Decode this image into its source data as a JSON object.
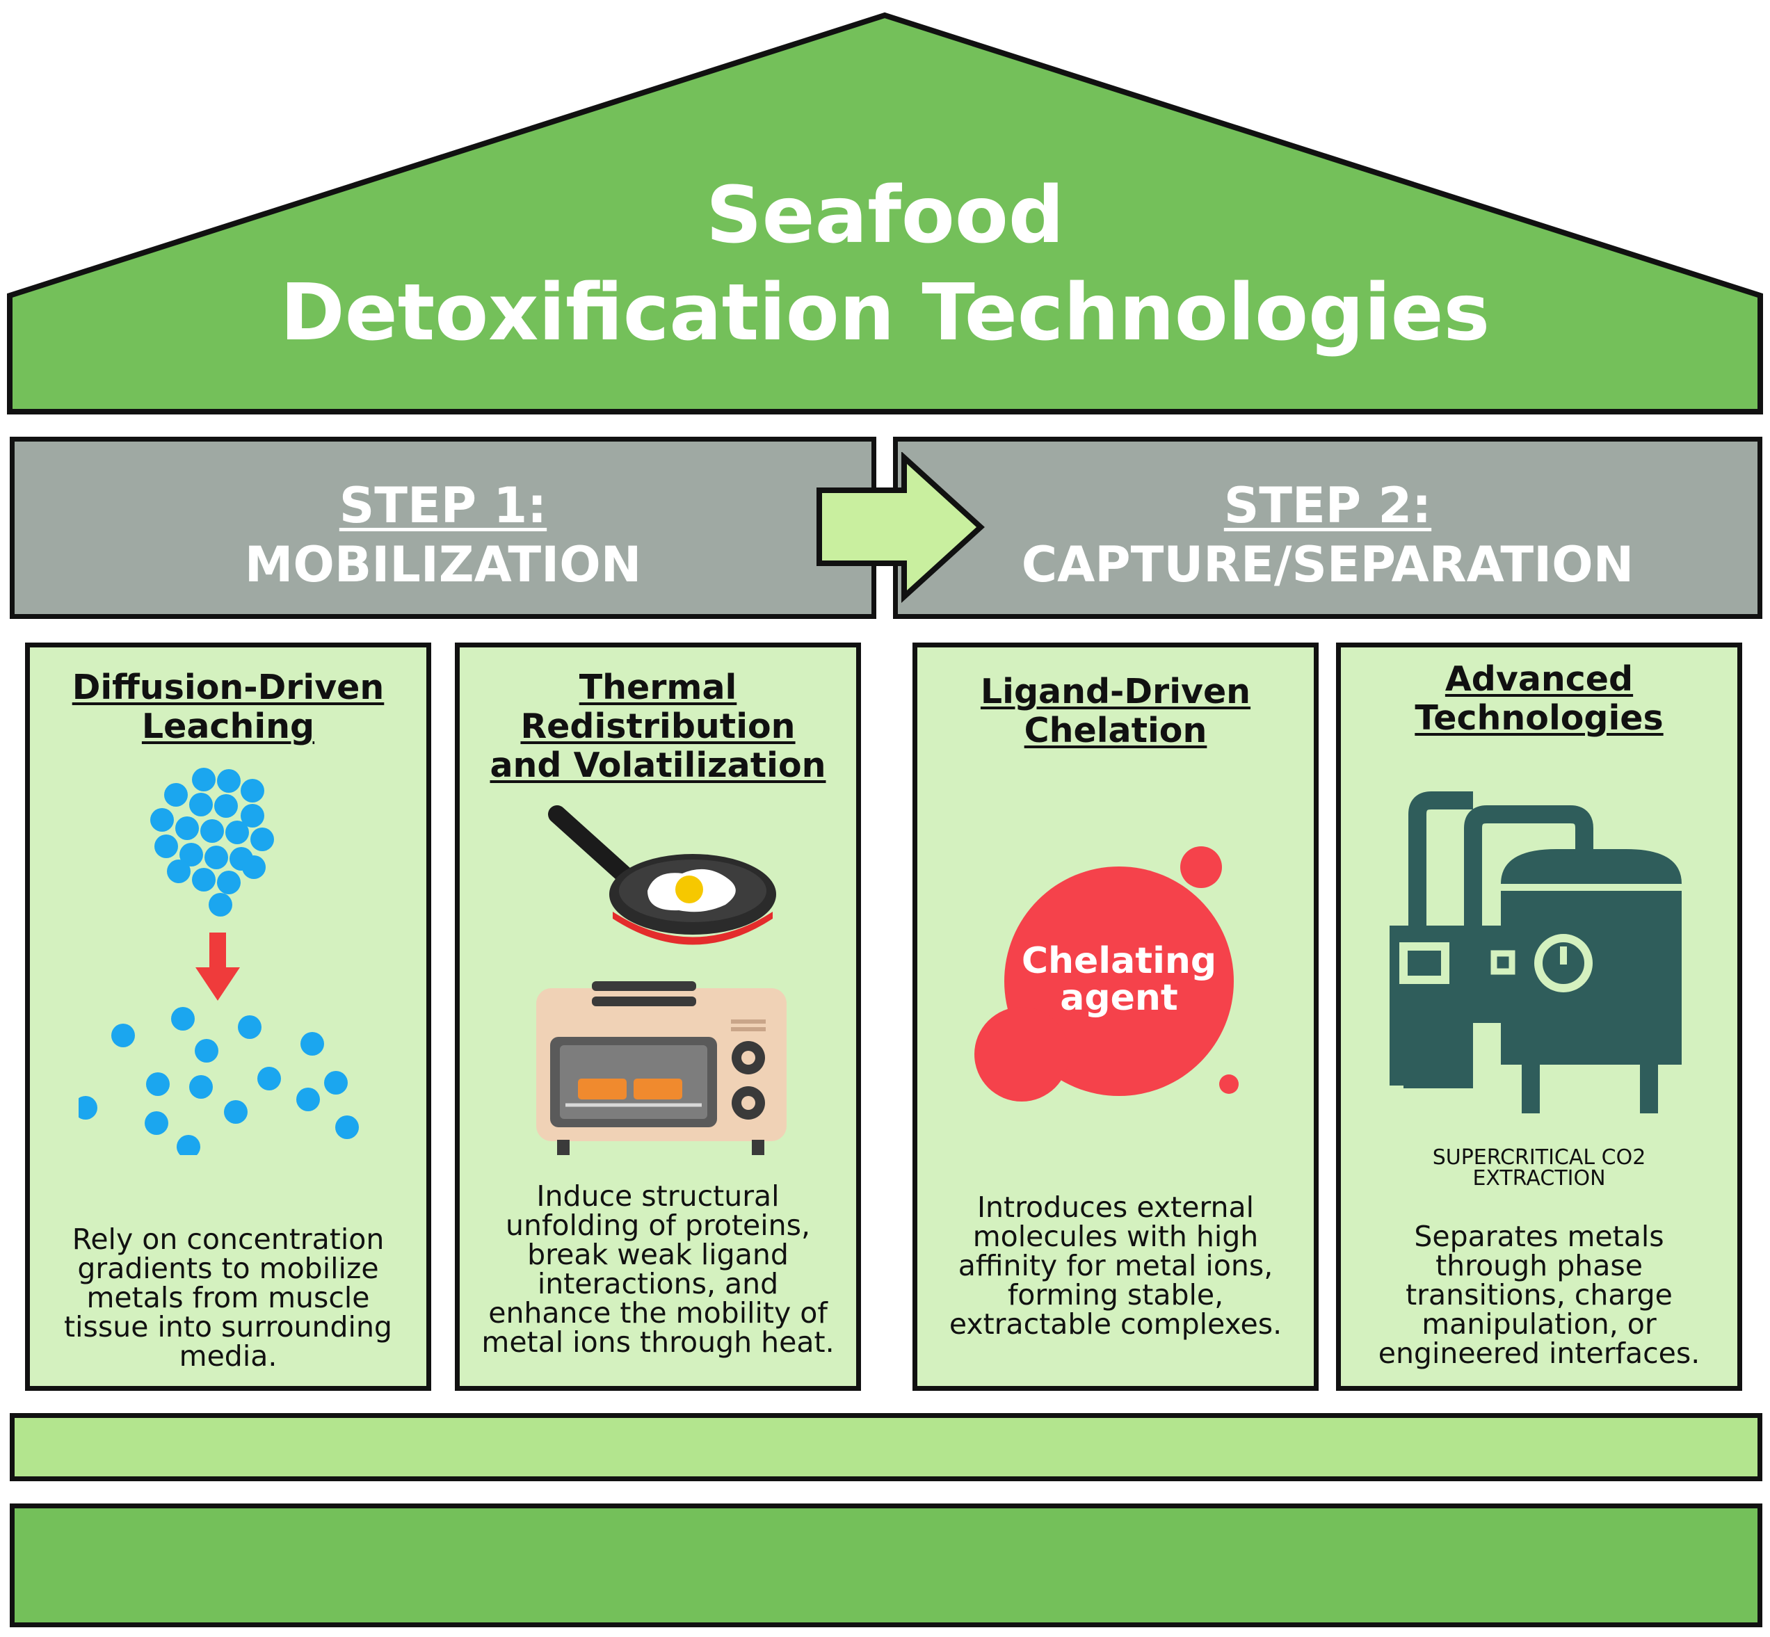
{
  "roof": {
    "title_line1": "Seafood",
    "title_line2": "Detoxification Technologies",
    "color": "#74c05a"
  },
  "steps": [
    {
      "number": "STEP 1:",
      "name": "MOBILIZATION"
    },
    {
      "number": "STEP 2:",
      "name": "CAPTURE/SEPARATION"
    }
  ],
  "cards": [
    {
      "title_lines": [
        "Diffusion-Driven",
        "Leaching"
      ],
      "illustration": "particles-diffusion-icon",
      "description_lines": [
        "Rely on concentration",
        "gradients to mobilize",
        "metals from muscle",
        "tissue into surrounding",
        "media."
      ]
    },
    {
      "title_lines": [
        "Thermal",
        "Redistribution",
        "and Volatilization"
      ],
      "illustration": "frying-pan-and-toaster-oven-icon",
      "description_lines": [
        "Induce structural",
        "unfolding of proteins,",
        "break weak ligand",
        "interactions, and",
        "enhance the mobility of",
        "metal ions through heat."
      ]
    },
    {
      "title_lines": [
        "Ligand-Driven",
        "Chelation"
      ],
      "illustration": "chelating-agent-bubble-icon",
      "badge_lines": [
        "Chelating",
        "agent"
      ],
      "description_lines": [
        "Introduces external",
        "molecules with high",
        "affinity for metal ions,",
        "forming stable,",
        "extractable complexes."
      ]
    },
    {
      "title_lines": [
        "Advanced",
        "Technologies"
      ],
      "illustration": "extraction-machine-icon",
      "caption_lines": [
        "SUPERCRITICAL CO2",
        "EXTRACTION"
      ],
      "description_lines": [
        "Separates metals",
        "through phase",
        "transitions, charge",
        "manipulation, or",
        "engineered interfaces."
      ]
    }
  ],
  "colors": {
    "step_band": "#9fa9a3",
    "card_bg": "#d4f1bf",
    "foundation_top": "#b3e58e",
    "foundation_bottom": "#74c05a",
    "particles": "#1ba6ef",
    "arrow_down": "#ef3b3b",
    "chelator": "#f5424b",
    "machine": "#2f5d5b"
  }
}
